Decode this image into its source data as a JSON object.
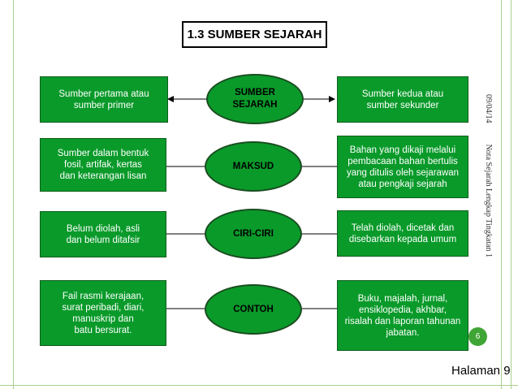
{
  "title": "1.3 SUMBER SEJARAH",
  "rows": [
    {
      "left": "Sumber pertama atau\nsumber primer",
      "center": "SUMBER\nSEJARAH",
      "right": "Sumber kedua atau\nsumber sekunder"
    },
    {
      "left": "Sumber dalam bentuk\nfosil, artifak, kertas\ndan keterangan lisan",
      "center": "MAKSUD",
      "right": "Bahan yang dikaji melalui\npembacaan bahan bertulis\nyang ditulis oleh sejarawan\natau pengkaji sejarah"
    },
    {
      "left": "Belum diolah, asli\ndan belum ditafsir",
      "center": "CIRI-CIRI",
      "right": "Telah diolah, dicetak dan\ndisebarkan kepada umum"
    },
    {
      "left": "Fail rasmi kerajaan,\nsurat peribadi, diari,\nmanuskrip dan\nbatu bersurat.",
      "center": "CONTOH",
      "right": "Buku, majalah, jurnal,\nensiklopedia, akhbar,\nrisalah dan laporan tahunan\njabatan."
    }
  ],
  "side": {
    "date": "09/04/14",
    "note": "Nota Sejarah Lengkap Tingkatan 1"
  },
  "slide_number": "6",
  "footer": "Halaman 9",
  "colors": {
    "box_fill": "#0a9a2a",
    "frame_line": "#a9d18e",
    "badge": "#3fa535"
  }
}
